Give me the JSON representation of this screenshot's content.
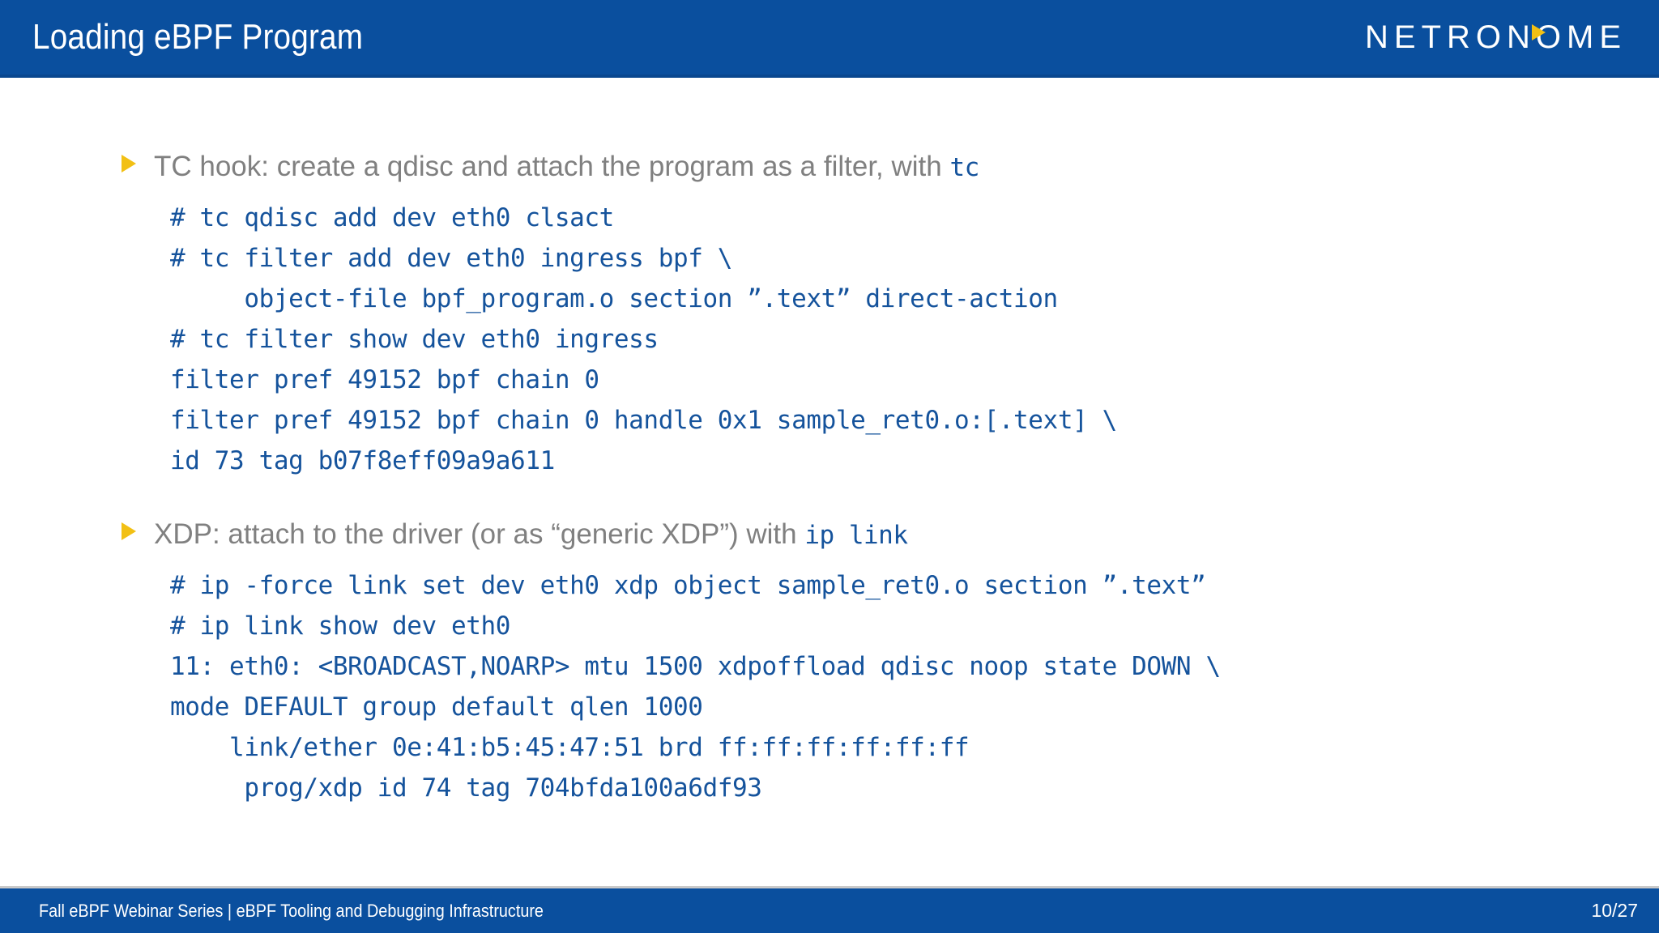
{
  "header": {
    "title": "Loading eBPF Program",
    "logo_text": "NETRONOME",
    "background_color": "#0A4F9E",
    "accent_color": "#F2C014"
  },
  "colors": {
    "header_blue": "#0A4F9E",
    "code_blue": "#15539C",
    "bullet_gray": "#808080",
    "marker_gold": "#F2C014",
    "page_background": "#FFFFFF"
  },
  "content": {
    "sections": [
      {
        "bullet_lead": "TC hook: ",
        "bullet_rest": "create a qdisc and attach the program as a filter, with ",
        "bullet_code": "tc",
        "code": "# tc qdisc add dev eth0 clsact\n# tc filter add dev eth0 ingress bpf \\\n     object-file bpf_program.o section ”.text” direct-action\n# tc filter show dev eth0 ingress\nfilter pref 49152 bpf chain 0\nfilter pref 49152 bpf chain 0 handle 0x1 sample_ret0.o:[.text] \\\nid 73 tag b07f8eff09a9a611"
      },
      {
        "bullet_lead": "XDP: ",
        "bullet_rest": "attach to the driver (or as “generic XDP”) with ",
        "bullet_code": "ip link",
        "code": "# ip -force link set dev eth0 xdp object sample_ret0.o section ”.text”\n# ip link show dev eth0\n11: eth0: <BROADCAST,NOARP> mtu 1500 xdpoffload qdisc noop state DOWN \\\nmode DEFAULT group default qlen 1000\n    link/ether 0e:41:b5:45:47:51 brd ff:ff:ff:ff:ff:ff\n     prog/xdp id 74 tag 704bfda100a6df93"
      }
    ]
  },
  "footer": {
    "caption": "Fall eBPF Webinar Series | eBPF Tooling and Debugging Infrastructure",
    "page_number": "10/27"
  }
}
